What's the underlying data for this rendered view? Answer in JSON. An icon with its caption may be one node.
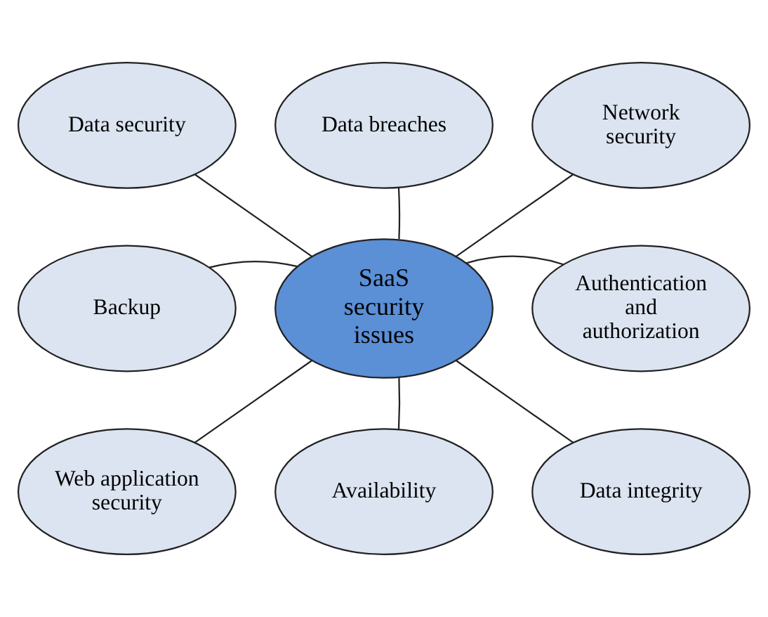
{
  "diagram": {
    "nodes": [
      {
        "text": [
          "Data security"
        ]
      },
      {
        "text": [
          "Data breaches"
        ]
      },
      {
        "text": [
          "Network security"
        ]
      },
      {
        "text": [
          "Backup"
        ]
      },
      {
        "text": [
          "SaaS security issues"
        ]
      },
      {
        "text": [
          "Authentication and authorization"
        ]
      },
      {
        "text": [
          "Web application security"
        ]
      },
      {
        "text": [
          "Availability"
        ]
      },
      {
        "text": [
          "Data integrity"
        ]
      }
    ],
    "edges": [
      {
        "from": 4,
        "to": 0,
        "arrow": "none"
      },
      {
        "from": 4,
        "to": 1,
        "arrow": "none"
      },
      {
        "from": 4,
        "to": 2,
        "arrow": "none"
      },
      {
        "from": 4,
        "to": 3,
        "arrow": "none"
      },
      {
        "from": 4,
        "to": 5,
        "arrow": "none"
      },
      {
        "from": 4,
        "to": 6,
        "arrow": "none"
      },
      {
        "from": 4,
        "to": 7,
        "arrow": "none"
      },
      {
        "from": 4,
        "to": 8,
        "arrow": "none"
      }
    ]
  }
}
